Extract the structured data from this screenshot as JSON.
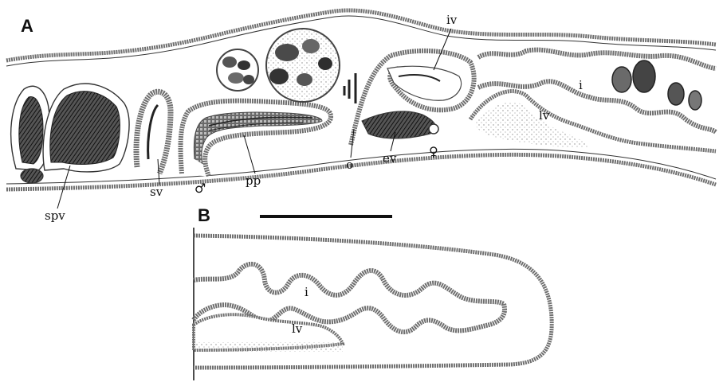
{
  "panels": {
    "a": {
      "letter": "A"
    },
    "b": {
      "letter": "B"
    }
  },
  "labels": {
    "spv": "spv",
    "sv": "sv",
    "male": "♂",
    "pp": "pp",
    "o": "o",
    "ev": "ev",
    "female": "♀",
    "iv": "iv",
    "i_a": "i",
    "lv_a": "lv",
    "i_b": "i",
    "lv_b": "lv"
  },
  "colors": {
    "ink": "#111111",
    "tissue": "#6f6f6f",
    "dark_tissue": "#2f2f2f",
    "stipple": "#9a9a9a"
  }
}
